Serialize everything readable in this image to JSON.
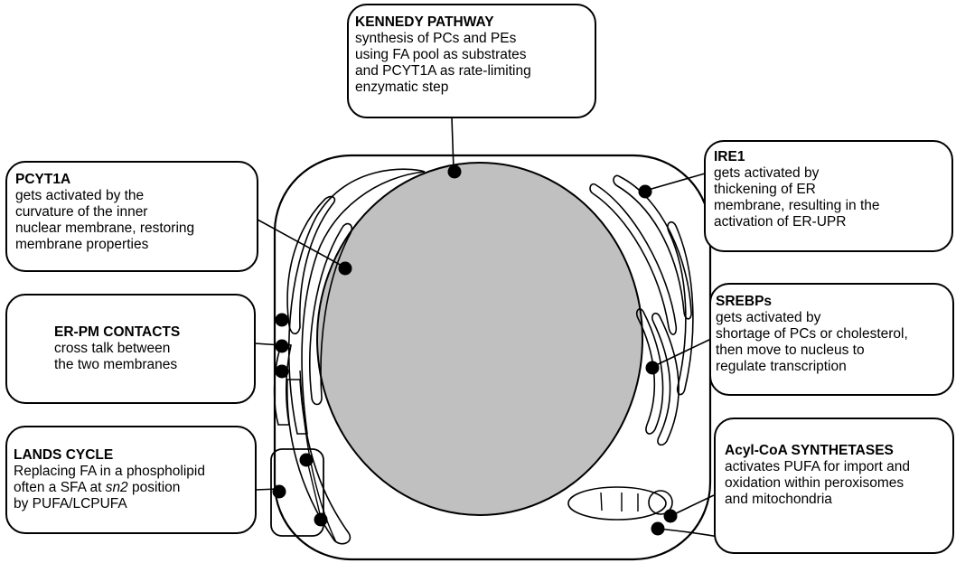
{
  "colors": {
    "nucleus_fill": "#c0c0c0",
    "stroke": "#000000",
    "marker": "#000000",
    "background": "#ffffff"
  },
  "boxes": {
    "kennedy": {
      "title": "KENNEDY PATHWAY",
      "lines": [
        "synthesis of PCs and PEs",
        "using FA pool as substrates",
        "and PCYT1A as rate-limiting",
        "enzymatic step"
      ]
    },
    "pcyt1a": {
      "title": "PCYT1A",
      "lines": [
        "gets activated by the",
        "curvature of the inner",
        "nuclear membrane, restoring",
        "membrane properties"
      ]
    },
    "erpm": {
      "title": "ER-PM CONTACTS",
      "lines": [
        "cross talk between",
        "the two membranes"
      ]
    },
    "lands": {
      "title": "LANDS CYCLE",
      "line1": "Replacing FA in a phospholipid",
      "line2_pre": "often a SFA at ",
      "line2_em": "sn2",
      "line2_post": " position",
      "line3": "by PUFA/LCPUFA"
    },
    "ire1": {
      "title": "IRE1",
      "lines": [
        "gets activated by",
        "thickening of ER",
        "membrane, resulting in the",
        "activation of ER-UPR"
      ]
    },
    "srebps": {
      "title": "SREBPs",
      "lines": [
        "gets activated by",
        "shortage of PCs or cholesterol,",
        "then move to nucleus to",
        "regulate transcription"
      ]
    },
    "acyl": {
      "title": "Acyl-CoA SYNTHETASES",
      "lines": [
        "activates PUFA for import and",
        "oxidation within peroxisomes",
        "and mitochondria"
      ]
    }
  }
}
